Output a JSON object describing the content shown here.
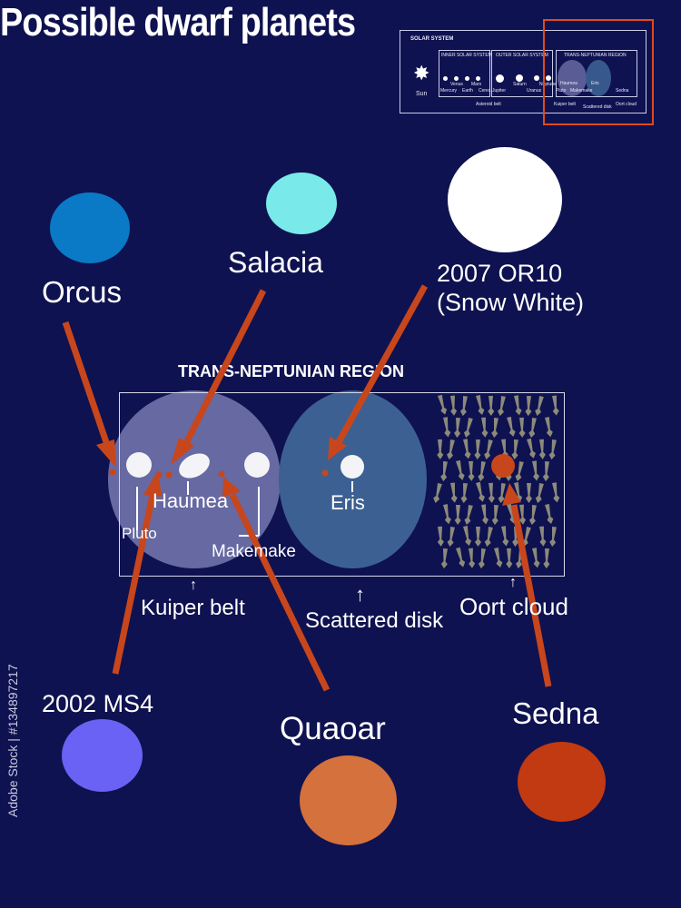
{
  "title": "Possible dwarf planets",
  "region_title": "TRANS-NEPTUNIAN REGION",
  "objects": {
    "orcus": "Orcus",
    "salacia": "Salacia",
    "or10": "2007 OR10",
    "or10_nick": "(Snow White)",
    "ms4": "2002 MS4",
    "quaoar": "Quaoar",
    "sedna": "Sedna"
  },
  "inner": {
    "haumea": "Haumea",
    "pluto": "Pluto",
    "makemake": "Makemake",
    "eris": "Eris"
  },
  "zones": {
    "kuiper": "Kuiper belt",
    "scattered": "Scattered disk",
    "oort": "Oort cloud",
    "arrow": "↑"
  },
  "minimap": {
    "title": "SOLAR SYSTEM",
    "inner": "INNER SOLAR SYSTEM",
    "outer": "OUTER SOLAR SYSTEM",
    "tnr": "TRANS-NEPTUNIAN REGION",
    "sun": "Sun",
    "venus": "Venus",
    "mars": "Mars",
    "mercury": "Mercury",
    "earth": "Earth",
    "ceres": "Ceres",
    "jupiter": "Jupiter",
    "saturn": "Saturn",
    "uranus": "Uranus",
    "neptune": "Neptune",
    "haumea": "Haumea",
    "pluto": "Pluto",
    "makemake": "Makemake",
    "eris": "Eris",
    "sedna": "Sedna",
    "asteroid": "Asteroid belt",
    "kuiper": "Kuiper belt",
    "scattered": "Scattered disk",
    "oort": "Oort cloud"
  },
  "credit": "Adobe Stock | #134897217",
  "colors": {
    "background": "#0f1250",
    "arrow": "#c8461c",
    "orcus": "#0a79c6",
    "salacia": "#79e9ea",
    "or10": "#ffffff",
    "ms4": "#6a62f4",
    "quaoar": "#d4713c",
    "sedna": "#c23a12",
    "kuiper_zone": "#6c6fa6",
    "scattered_zone": "#3c6092"
  }
}
